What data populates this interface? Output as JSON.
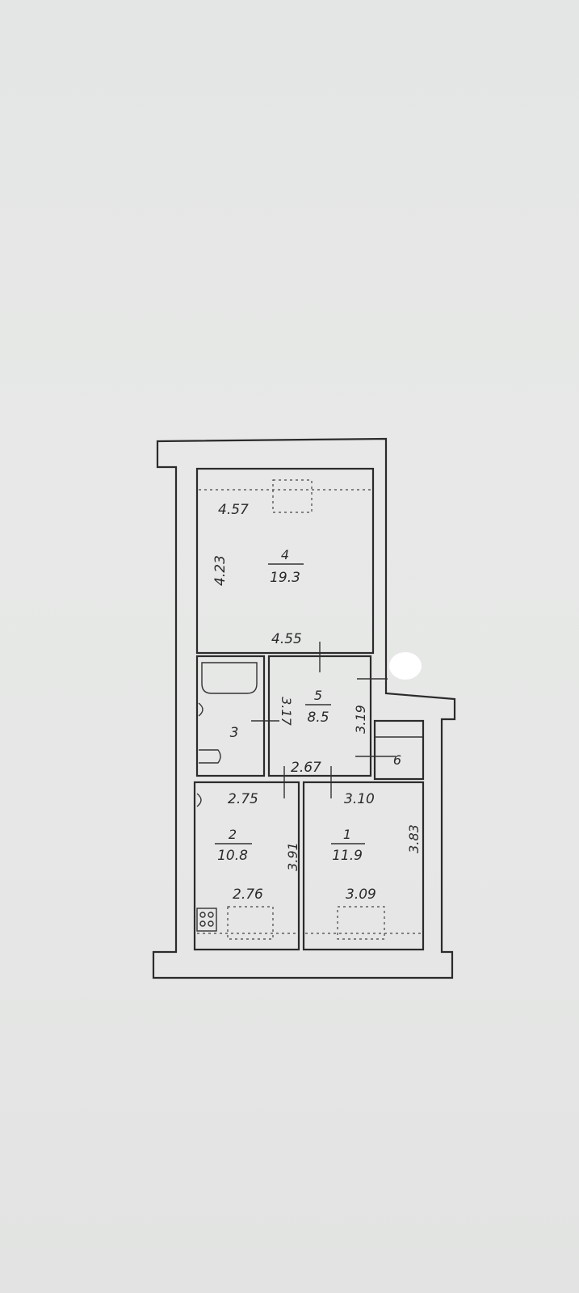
{
  "rooms": [
    {
      "number": "4",
      "area": "19.3",
      "dims": [
        "4.57",
        "4.23",
        "4.55"
      ]
    },
    {
      "number": "5",
      "area": "8.5",
      "dims": [
        "3.17",
        "3.19",
        "2.67"
      ]
    },
    {
      "number": "3",
      "area": "",
      "dims": []
    },
    {
      "number": "6",
      "area": "",
      "dims": []
    },
    {
      "number": "2",
      "area": "10.8",
      "dims": [
        "2.75",
        "3.91",
        "2.76"
      ]
    },
    {
      "number": "1",
      "area": "11.9",
      "dims": [
        "3.10",
        "3.83",
        "3.09"
      ]
    }
  ]
}
